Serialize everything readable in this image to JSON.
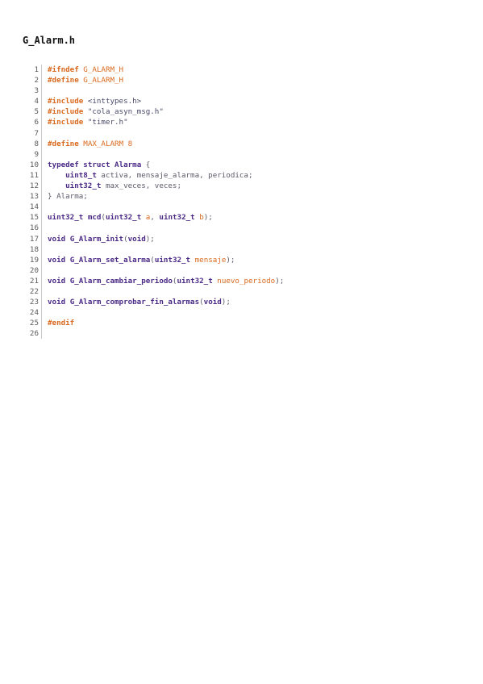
{
  "document": {
    "title": "G_Alarm.h"
  },
  "code": {
    "lines": [
      {
        "n": "1",
        "t": [
          [
            "kw",
            "#ifndef"
          ],
          [
            "punc",
            " "
          ],
          [
            "pp",
            "G_ALARM_H"
          ]
        ]
      },
      {
        "n": "2",
        "t": [
          [
            "kw",
            "#define"
          ],
          [
            "punc",
            " "
          ],
          [
            "pp",
            "G_ALARM_H"
          ]
        ]
      },
      {
        "n": "3",
        "t": []
      },
      {
        "n": "4",
        "t": [
          [
            "kw",
            "#include"
          ],
          [
            "punc",
            " "
          ],
          [
            "str",
            "<inttypes.h>"
          ]
        ]
      },
      {
        "n": "5",
        "t": [
          [
            "kw",
            "#include"
          ],
          [
            "punc",
            " "
          ],
          [
            "str",
            "\"cola_asyn_msg.h\""
          ]
        ]
      },
      {
        "n": "6",
        "t": [
          [
            "kw",
            "#include"
          ],
          [
            "punc",
            " "
          ],
          [
            "str",
            "\"timer.h\""
          ]
        ]
      },
      {
        "n": "7",
        "t": []
      },
      {
        "n": "8",
        "t": [
          [
            "kw",
            "#define"
          ],
          [
            "punc",
            " "
          ],
          [
            "pp",
            "MAX_ALARM 8"
          ]
        ]
      },
      {
        "n": "9",
        "t": []
      },
      {
        "n": "10",
        "t": [
          [
            "ty",
            "typedef"
          ],
          [
            "punc",
            " "
          ],
          [
            "ty",
            "struct"
          ],
          [
            "punc",
            " "
          ],
          [
            "fn",
            "Alarma"
          ],
          [
            "punc",
            " {"
          ]
        ]
      },
      {
        "n": "11",
        "t": [
          [
            "punc",
            "    "
          ],
          [
            "ty",
            "uint8_t"
          ],
          [
            "id",
            " activa, mensaje_alarma, periodica;"
          ]
        ]
      },
      {
        "n": "12",
        "t": [
          [
            "punc",
            "    "
          ],
          [
            "ty",
            "uint32_t"
          ],
          [
            "id",
            " max_veces, veces;"
          ]
        ]
      },
      {
        "n": "13",
        "t": [
          [
            "punc",
            "} "
          ],
          [
            "id",
            "Alarma;"
          ]
        ]
      },
      {
        "n": "14",
        "t": []
      },
      {
        "n": "15",
        "t": [
          [
            "ty",
            "uint32_t"
          ],
          [
            "punc",
            " "
          ],
          [
            "fn",
            "mcd"
          ],
          [
            "punc",
            "("
          ],
          [
            "ty",
            "uint32_t"
          ],
          [
            "punc",
            " "
          ],
          [
            "arg",
            "a"
          ],
          [
            "punc",
            ", "
          ],
          [
            "ty",
            "uint32_t"
          ],
          [
            "punc",
            " "
          ],
          [
            "arg",
            "b"
          ],
          [
            "punc",
            ");"
          ]
        ]
      },
      {
        "n": "16",
        "t": []
      },
      {
        "n": "17",
        "t": [
          [
            "ty",
            "void"
          ],
          [
            "punc",
            " "
          ],
          [
            "fn",
            "G_Alarm_init"
          ],
          [
            "punc",
            "("
          ],
          [
            "ty",
            "void"
          ],
          [
            "punc",
            ");"
          ]
        ]
      },
      {
        "n": "18",
        "t": []
      },
      {
        "n": "19",
        "t": [
          [
            "ty",
            "void"
          ],
          [
            "punc",
            " "
          ],
          [
            "fn",
            "G_Alarm_set_alarma"
          ],
          [
            "punc",
            "("
          ],
          [
            "ty",
            "uint32_t"
          ],
          [
            "punc",
            " "
          ],
          [
            "arg",
            "mensaje"
          ],
          [
            "punc",
            ");"
          ]
        ]
      },
      {
        "n": "20",
        "t": []
      },
      {
        "n": "21",
        "t": [
          [
            "ty",
            "void"
          ],
          [
            "punc",
            " "
          ],
          [
            "fn",
            "G_Alarm_cambiar_periodo"
          ],
          [
            "punc",
            "("
          ],
          [
            "ty",
            "uint32_t"
          ],
          [
            "punc",
            " "
          ],
          [
            "arg",
            "nuevo_periodo"
          ],
          [
            "punc",
            ");"
          ]
        ]
      },
      {
        "n": "22",
        "t": []
      },
      {
        "n": "23",
        "t": [
          [
            "ty",
            "void"
          ],
          [
            "punc",
            " "
          ],
          [
            "fn",
            "G_Alarm_comprobar_fin_alarmas"
          ],
          [
            "punc",
            "("
          ],
          [
            "ty",
            "void"
          ],
          [
            "punc",
            ");"
          ]
        ]
      },
      {
        "n": "24",
        "t": []
      },
      {
        "n": "25",
        "t": [
          [
            "kw",
            "#endif"
          ]
        ]
      },
      {
        "n": "26",
        "t": []
      }
    ]
  }
}
